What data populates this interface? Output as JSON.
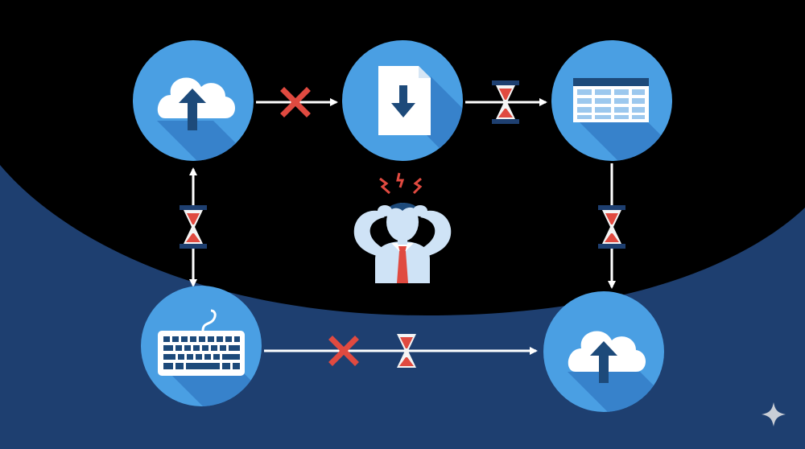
{
  "diagram": {
    "nodes": [
      {
        "id": "cloud-upload-top",
        "icon": "cloud-upload-icon"
      },
      {
        "id": "document-download",
        "icon": "document-download-icon"
      },
      {
        "id": "spreadsheet",
        "icon": "spreadsheet-icon"
      },
      {
        "id": "keyboard",
        "icon": "keyboard-icon"
      },
      {
        "id": "cloud-upload-bottom",
        "icon": "cloud-upload-icon"
      }
    ],
    "edges": [
      {
        "from": "cloud-upload-top",
        "to": "document-download",
        "marker": "blocked-x-icon"
      },
      {
        "from": "document-download",
        "to": "spreadsheet",
        "marker": "hourglass-icon"
      },
      {
        "from": "spreadsheet",
        "to": "cloud-upload-bottom",
        "marker": "hourglass-icon"
      },
      {
        "from": "cloud-upload-top",
        "to": "keyboard",
        "marker": "hourglass-icon",
        "bidirectional": true
      },
      {
        "from": "keyboard",
        "to": "cloud-upload-bottom",
        "marker": "blocked-x-and-hourglass-icons"
      }
    ],
    "center_figure": {
      "icon": "stressed-person-icon"
    },
    "corner_mark": {
      "icon": "sparkle-icon"
    }
  },
  "colors": {
    "background": "#000000",
    "lower_band": "#1e3f70",
    "node_fill": "#4a9fe3",
    "node_shadow": "#2f76c0",
    "icon_dark": "#1d4a7a",
    "icon_white": "#ffffff",
    "arrow": "#ffffff",
    "blocked_x": "#e04a40",
    "hourglass_sand": "#e04a40",
    "hourglass_frame": "#1e3f70",
    "tie": "#e04a40",
    "skin": "#cfe3f6"
  }
}
